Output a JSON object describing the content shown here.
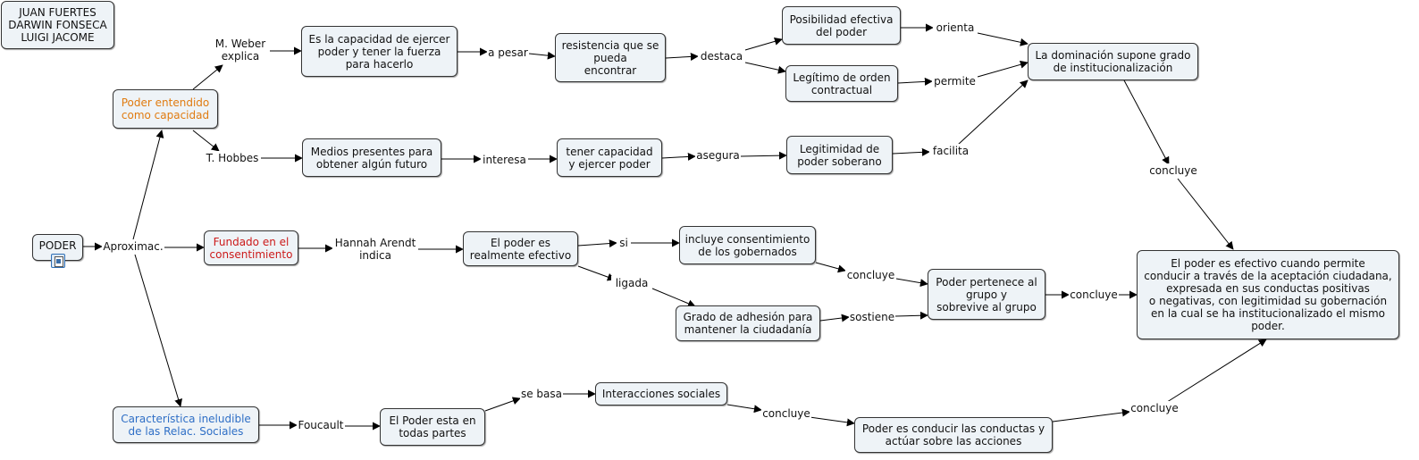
{
  "colors": {
    "node_fill": "#eef3f7",
    "node_border": "#333333",
    "orange_text": "#e07b10",
    "red_text": "#cc1a1a",
    "blue_text": "#2f6fc6",
    "black_text": "#111111"
  },
  "icons": {
    "attachment": "document-icon"
  },
  "nodes": {
    "authors": "JUAN FUERTES\nDARWIN FONSECA\nLUIGI JACOME",
    "poder": "PODER",
    "capacidad": "Poder entendido\ncomo capacidad",
    "consentimiento": "Fundado en el\nconsentimiento",
    "caracteristica": "Característica ineludible\nde las Relac. Sociales",
    "weber_def": "Es la capacidad de ejercer\npoder y tener la fuerza\npara hacerlo",
    "resistencia": "resistencia que se\npueda\nencontrar",
    "posibilidad": "Posibilidad efectiva\ndel poder",
    "legitimo": "Legítimo de orden\ncontractual",
    "dominacion": "La dominación supone grado\nde institucionalización",
    "medios": "Medios presentes para\nobtener algún futuro",
    "tener": "tener capacidad\ny ejercer poder",
    "soberano": "Legitimidad de\npoder soberano",
    "efectivo_real": "El poder es\nrealmente efectivo",
    "incluye": "incluye consentimiento\nde los gobernados",
    "adhesion": "Grado de adhesión para\nmantener la ciudadanía",
    "pertenece": "Poder pertenece al\ngrupo y\nsobrevive al grupo",
    "conclusion": "El poder es efectivo cuando permite\nconducir a través de la aceptación ciudadana,\nexpresada en sus conductas positivas\no negativas, con legitimidad su gobernación\nen la cual se ha institucionalizado el mismo\npoder.",
    "todas_partes": "El Poder esta en\ntodas partes",
    "interacciones": "Interacciones sociales",
    "conducir": "Poder es conducir las conductas y\nactúar sobre las acciones"
  },
  "links": {
    "aproximac": "Aproximac.",
    "weber": "M. Weber\nexplica",
    "hobbes": "T. Hobbes",
    "a_pesar": "a pesar",
    "destaca": "destaca",
    "orienta": "orienta",
    "permite": "permite",
    "facilita": "facilita",
    "interesa": "interesa",
    "asegura": "asegura",
    "concluye_top": "concluye",
    "arendt": "Hannah Arendt\nindica",
    "si": "si",
    "ligada": "ligada",
    "concluye_mid1": "concluye",
    "sostiene": "sostiene",
    "concluye_mid2": "concluye",
    "foucault": "Foucault",
    "se_basa": "se basa",
    "concluye_bot1": "concluye",
    "concluye_bot2": "concluye"
  }
}
